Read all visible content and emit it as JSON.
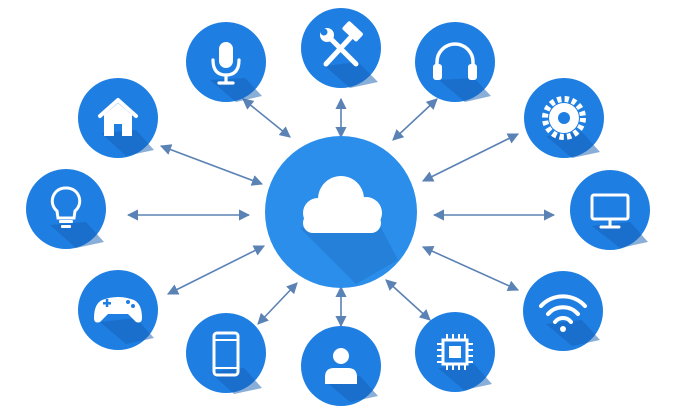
{
  "colors": {
    "background": "#ffffff",
    "node_fill": "#1e7ee2",
    "node_shadow": "#1460b4",
    "hub_fill": "#2b8eeb",
    "icon": "#ffffff",
    "connector": "#5b82b4"
  },
  "hub": {
    "icon": "cloud-icon"
  },
  "nodes": [
    {
      "id": "microphone",
      "icon": "microphone-icon"
    },
    {
      "id": "tools",
      "icon": "hammer-wrench-icon"
    },
    {
      "id": "headphones",
      "icon": "headphones-icon"
    },
    {
      "id": "settings",
      "icon": "gear-icon"
    },
    {
      "id": "monitor",
      "icon": "monitor-icon"
    },
    {
      "id": "wifi",
      "icon": "wifi-icon"
    },
    {
      "id": "chip",
      "icon": "microchip-icon"
    },
    {
      "id": "user",
      "icon": "user-icon"
    },
    {
      "id": "smartphone",
      "icon": "smartphone-icon"
    },
    {
      "id": "gamepad",
      "icon": "gamepad-icon"
    },
    {
      "id": "lightbulb",
      "icon": "lightbulb-icon"
    },
    {
      "id": "home",
      "icon": "home-icon"
    }
  ]
}
